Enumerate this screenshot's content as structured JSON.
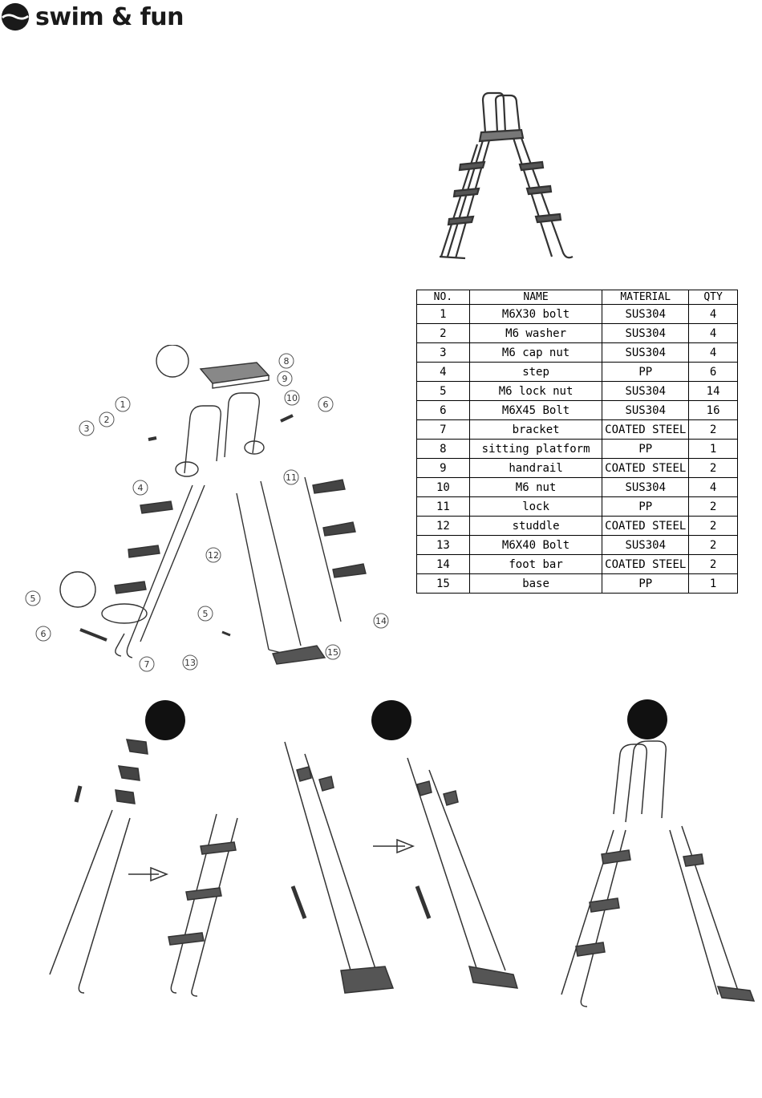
{
  "brand": {
    "name": "swim & fun"
  },
  "parts_table": {
    "headers": [
      "NO.",
      "NAME",
      "MATERIAL",
      "QTY"
    ],
    "rows": [
      [
        "1",
        "M6X30 bolt",
        "SUS304",
        "4"
      ],
      [
        "2",
        "M6 washer",
        "SUS304",
        "4"
      ],
      [
        "3",
        "M6 cap nut",
        "SUS304",
        "4"
      ],
      [
        "4",
        "step",
        "PP",
        "6"
      ],
      [
        "5",
        "M6 lock nut",
        "SUS304",
        "14"
      ],
      [
        "6",
        "M6X45 Bolt",
        "SUS304",
        "16"
      ],
      [
        "7",
        "bracket",
        "COATED STEEL",
        "2"
      ],
      [
        "8",
        "sitting platform",
        "PP",
        "1"
      ],
      [
        "9",
        "handrail",
        "COATED STEEL",
        "2"
      ],
      [
        "10",
        "M6 nut",
        "SUS304",
        "4"
      ],
      [
        "11",
        "lock",
        "PP",
        "2"
      ],
      [
        "12",
        "studdle",
        "COATED STEEL",
        "2"
      ],
      [
        "13",
        "M6X40 Bolt",
        "SUS304",
        "2"
      ],
      [
        "14",
        "foot bar",
        "COATED STEEL",
        "2"
      ],
      [
        "15",
        "base",
        "PP",
        "1"
      ]
    ]
  },
  "callouts": [
    "1",
    "2",
    "3",
    "4",
    "5",
    "6",
    "7",
    "8",
    "9",
    "10",
    "11",
    "12",
    "13",
    "14",
    "15",
    "5",
    "6"
  ]
}
